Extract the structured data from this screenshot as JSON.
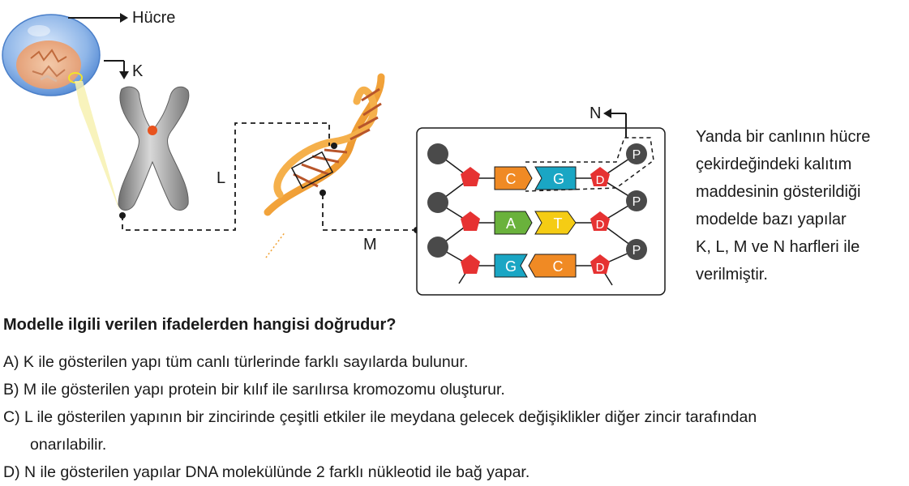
{
  "labels": {
    "hucre": "Hücre",
    "k": "K",
    "l": "L",
    "m": "M",
    "n": "N"
  },
  "model": {
    "phosphate": "P",
    "sugar": "D",
    "rows": [
      {
        "left": "C",
        "right": "G"
      },
      {
        "left": "A",
        "right": "T"
      },
      {
        "left": "G",
        "right": "C"
      }
    ],
    "colors": {
      "C": "#f08a24",
      "G": "#1aa6c4",
      "A": "#6ab23c",
      "T": "#f5cc14",
      "sugar": "#e63232",
      "phosphate": "#4a4a4a"
    }
  },
  "description": [
    "Yanda bir canlının hücre",
    "çekirdeğindeki kalıtım",
    "maddesinin gösterildiği",
    "modelde bazı yapılar",
    "K, L, M ve N harfleri ile",
    "verilmiştir."
  ],
  "question": "Modelle ilgili verilen ifadelerden hangisi doğrudur?",
  "options": [
    {
      "id": "A",
      "text": "A) K ile gösterilen yapı tüm canlı türlerinde farklı sayılarda bulunur."
    },
    {
      "id": "B",
      "text": "B) M ile gösterilen yapı protein bir kılıf ile sarılırsa kromozomu oluşturur."
    },
    {
      "id": "C",
      "text": "C) L ile gösterilen yapının bir zincirinde çeşitli etkiler ile meydana gelecek değişiklikler diğer zincir tarafından",
      "text_cont": "onarılabilir."
    },
    {
      "id": "D",
      "text": "D) N ile gösterilen yapılar DNA molekülünde 2 farklı nükleotid ile bağ yapar."
    }
  ]
}
